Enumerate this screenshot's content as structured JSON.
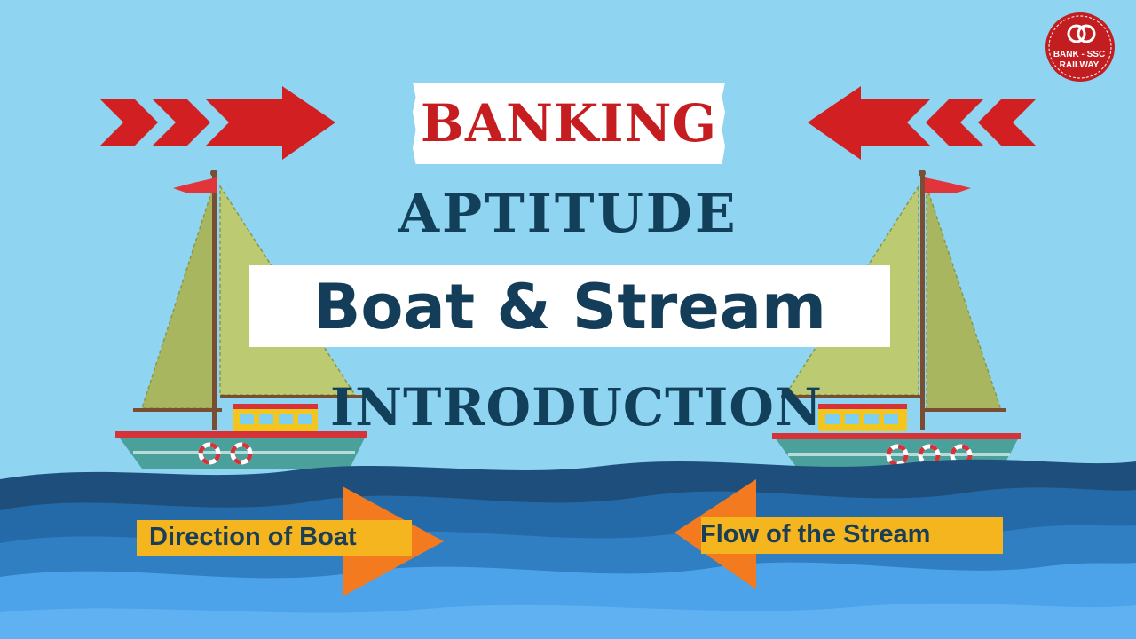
{
  "logo": {
    "line1": "BANK - SSC",
    "line2": "RAILWAY"
  },
  "title": {
    "banking": "BANKING",
    "aptitude": "APTITUDE",
    "topic": "Boat & Stream",
    "subtitle": "INTRODUCTION"
  },
  "labels": {
    "direction_of_boat": "Direction of Boat",
    "flow_of_stream": "Flow of the Stream"
  },
  "colors": {
    "sky": "#8fd4f1",
    "arrow_red": "#d11f22",
    "arrow_orange": "#f47a1f",
    "label_yellow": "#f5b51e",
    "text_navy": "#123f59",
    "sail_green": "#b7c56c",
    "hull_teal": "#4aa09a",
    "sea_dark": "#1e4f7c",
    "sea_mid": "#2f7fc2",
    "sea_light": "#4ca3ea"
  },
  "icons": [
    "red-chevron-arrow-right-icon",
    "red-chevron-arrow-left-icon",
    "sailboat-icon",
    "orange-arrow-right-icon",
    "orange-arrow-left-icon",
    "brand-logo-icon"
  ]
}
